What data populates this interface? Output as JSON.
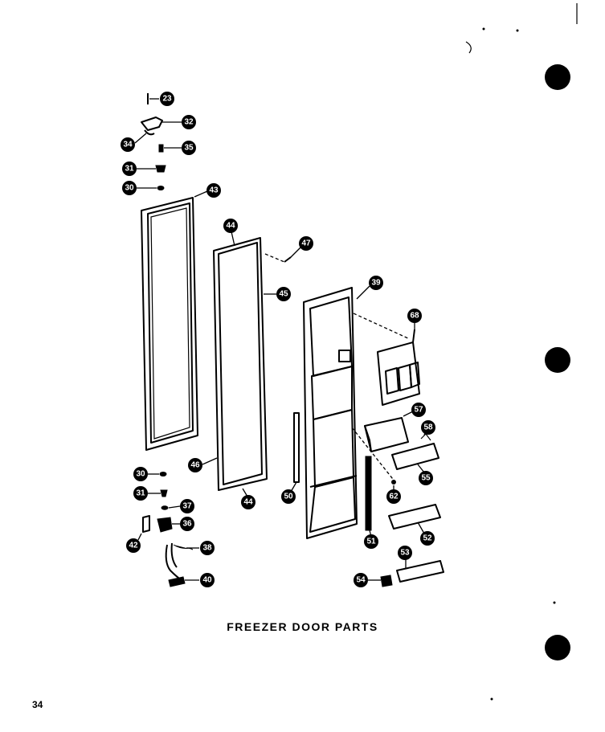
{
  "diagram": {
    "title": "FREEZER DOOR PARTS",
    "page_number": "34",
    "callouts": [
      {
        "id": "c23",
        "label": "23"
      },
      {
        "id": "c32",
        "label": "32"
      },
      {
        "id": "c34",
        "label": "34"
      },
      {
        "id": "c35a",
        "label": "35"
      },
      {
        "id": "c31a",
        "label": "31"
      },
      {
        "id": "c30a",
        "label": "30"
      },
      {
        "id": "c43",
        "label": "43"
      },
      {
        "id": "c44a",
        "label": "44"
      },
      {
        "id": "c47",
        "label": "47"
      },
      {
        "id": "c45",
        "label": "45"
      },
      {
        "id": "c39",
        "label": "39"
      },
      {
        "id": "c68",
        "label": "68"
      },
      {
        "id": "c57",
        "label": "57"
      },
      {
        "id": "c58",
        "label": "58"
      },
      {
        "id": "c55",
        "label": "55"
      },
      {
        "id": "c46",
        "label": "46"
      },
      {
        "id": "c44b",
        "label": "44"
      },
      {
        "id": "c50",
        "label": "50"
      },
      {
        "id": "c62",
        "label": "62"
      },
      {
        "id": "c51",
        "label": "51"
      },
      {
        "id": "c52",
        "label": "52"
      },
      {
        "id": "c53",
        "label": "53"
      },
      {
        "id": "c54",
        "label": "54"
      },
      {
        "id": "c30b",
        "label": "30"
      },
      {
        "id": "c31b",
        "label": "31"
      },
      {
        "id": "c37",
        "label": "37"
      },
      {
        "id": "c36",
        "label": "36"
      },
      {
        "id": "c42",
        "label": "42"
      },
      {
        "id": "c38",
        "label": "38"
      },
      {
        "id": "c40",
        "label": "40"
      }
    ]
  }
}
